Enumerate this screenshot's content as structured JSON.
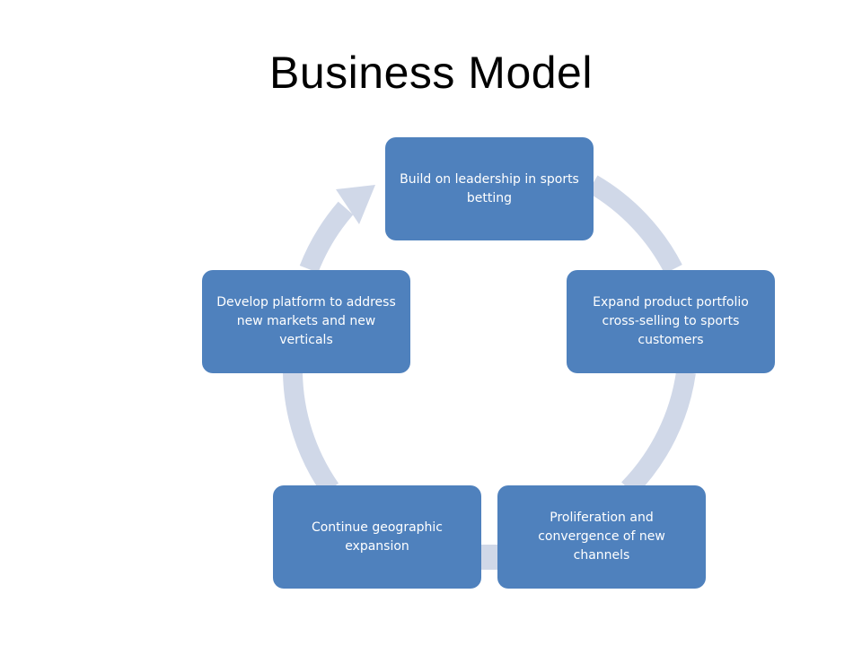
{
  "slide": {
    "title": "Business Model"
  },
  "colors": {
    "box_fill": "#4f81bd",
    "arrow_fill": "#d0d8e8",
    "box_text": "#ffffff",
    "title_text": "#000000"
  },
  "cycle": {
    "direction": "clockwise",
    "steps": [
      {
        "label": "Build  on  leadership in sports betting"
      },
      {
        "label": "Expand product portfolio cross-selling to sports customers"
      },
      {
        "label": "Proliferation and convergence of new channels"
      },
      {
        "label": "Continue geographic expansion"
      },
      {
        "label": "Develop platform to address new markets and new verticals"
      }
    ]
  }
}
